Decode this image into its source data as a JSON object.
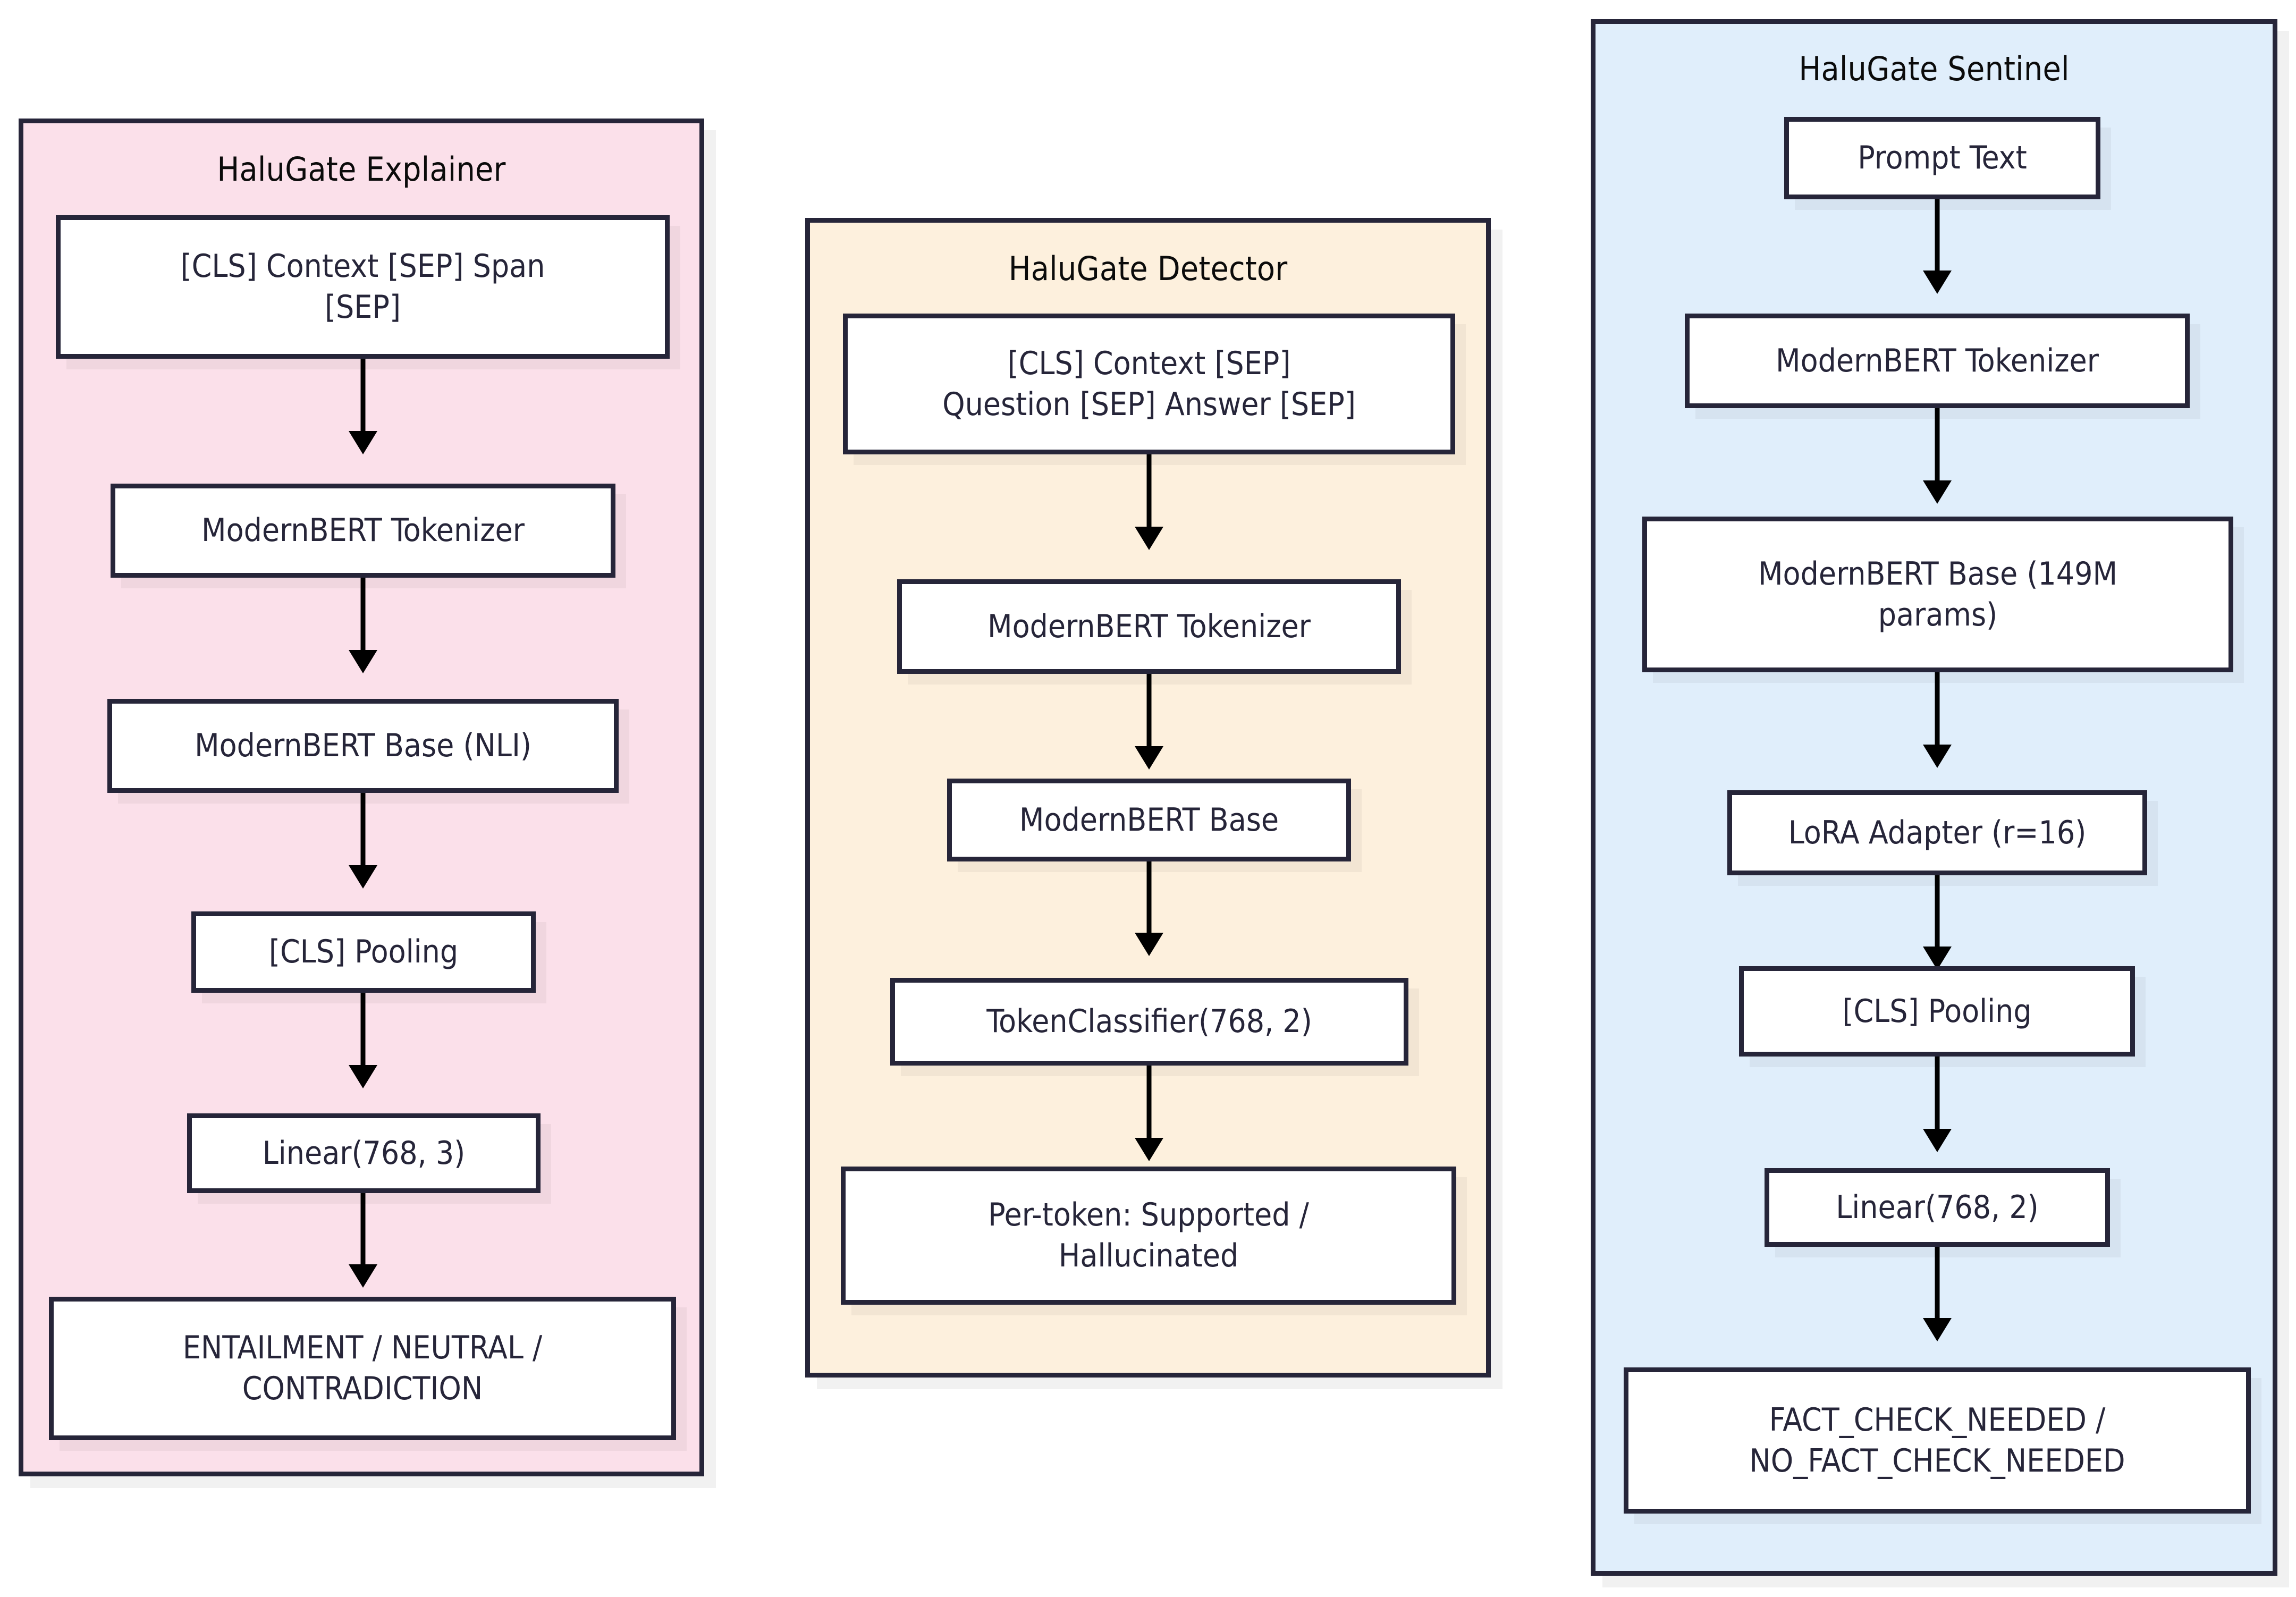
{
  "diagram": {
    "type": "flowchart",
    "title": "HaluGate model architecture (three sub-graphs)",
    "panels": [
      {
        "id": "explainer",
        "title": "HaluGate Explainer",
        "fill": "#fbe0ea",
        "border": "#262539",
        "nodes": [
          {
            "id": "exp-input",
            "label_line1": "[CLS] Context [SEP] Span",
            "label_line2": "[SEP]"
          },
          {
            "id": "exp-tokenizer",
            "label_line1": "ModernBERT Tokenizer",
            "label_line2": ""
          },
          {
            "id": "exp-base",
            "label_line1": "ModernBERT Base (NLI)",
            "label_line2": ""
          },
          {
            "id": "exp-pooling",
            "label_line1": "[CLS] Pooling",
            "label_line2": ""
          },
          {
            "id": "exp-linear",
            "label_line1": "Linear(768, 3)",
            "label_line2": ""
          },
          {
            "id": "exp-output",
            "label_line1": "ENTAILMENT / NEUTRAL /",
            "label_line2": "CONTRADICTION"
          }
        ],
        "edges": [
          {
            "from": "exp-input",
            "to": "exp-tokenizer"
          },
          {
            "from": "exp-tokenizer",
            "to": "exp-base"
          },
          {
            "from": "exp-base",
            "to": "exp-pooling"
          },
          {
            "from": "exp-pooling",
            "to": "exp-linear"
          },
          {
            "from": "exp-linear",
            "to": "exp-output"
          }
        ]
      },
      {
        "id": "detector",
        "title": "HaluGate Detector",
        "fill": "#fdf0dd",
        "border": "#262539",
        "nodes": [
          {
            "id": "det-input",
            "label_line1": "[CLS] Context [SEP]",
            "label_line2": "Question [SEP] Answer [SEP]"
          },
          {
            "id": "det-tokenizer",
            "label_line1": "ModernBERT Tokenizer",
            "label_line2": ""
          },
          {
            "id": "det-base",
            "label_line1": "ModernBERT Base",
            "label_line2": ""
          },
          {
            "id": "det-classifier",
            "label_line1": "TokenClassifier(768, 2)",
            "label_line2": ""
          },
          {
            "id": "det-output",
            "label_line1": "Per-token: Supported /",
            "label_line2": "Hallucinated"
          }
        ],
        "edges": [
          {
            "from": "det-input",
            "to": "det-tokenizer"
          },
          {
            "from": "det-tokenizer",
            "to": "det-base"
          },
          {
            "from": "det-base",
            "to": "det-classifier"
          },
          {
            "from": "det-classifier",
            "to": "det-output"
          }
        ]
      },
      {
        "id": "sentinel",
        "title": "HaluGate Sentinel",
        "fill": "#e0eefb",
        "border": "#262539",
        "nodes": [
          {
            "id": "sen-prompt",
            "label_line1": "Prompt Text",
            "label_line2": ""
          },
          {
            "id": "sen-tokenizer",
            "label_line1": "ModernBERT Tokenizer",
            "label_line2": ""
          },
          {
            "id": "sen-base",
            "label_line1": "ModernBERT Base (149M",
            "label_line2": "params)"
          },
          {
            "id": "sen-lora",
            "label_line1": "LoRA Adapter (r=16)",
            "label_line2": ""
          },
          {
            "id": "sen-pooling",
            "label_line1": "[CLS] Pooling",
            "label_line2": ""
          },
          {
            "id": "sen-linear",
            "label_line1": "Linear(768, 2)",
            "label_line2": ""
          },
          {
            "id": "sen-output",
            "label_line1": "FACT_CHECK_NEEDED /",
            "label_line2": "NO_FACT_CHECK_NEEDED"
          }
        ],
        "edges": [
          {
            "from": "sen-prompt",
            "to": "sen-tokenizer"
          },
          {
            "from": "sen-tokenizer",
            "to": "sen-base"
          },
          {
            "from": "sen-base",
            "to": "sen-lora"
          },
          {
            "from": "sen-lora",
            "to": "sen-pooling"
          },
          {
            "from": "sen-pooling",
            "to": "sen-linear"
          },
          {
            "from": "sen-linear",
            "to": "sen-output"
          }
        ]
      }
    ],
    "colors": {
      "background": "#ffffff",
      "node_fill": "#ffffff",
      "node_border": "#262539",
      "edge": "#000000",
      "title_text": "#0b0b0b",
      "node_text": "#262539"
    }
  }
}
